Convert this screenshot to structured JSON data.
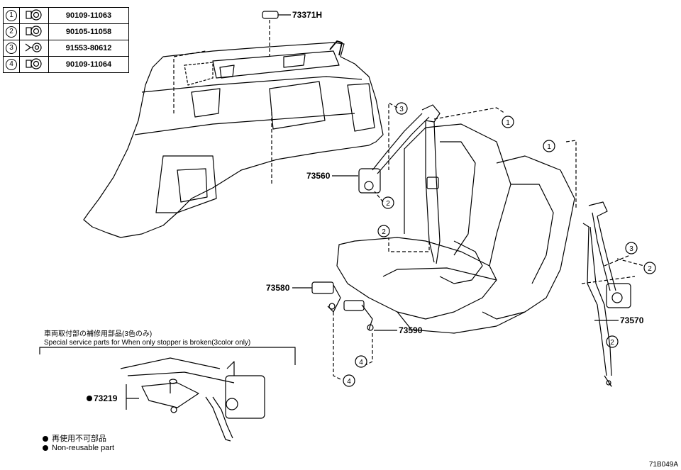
{
  "fastener_table": [
    {
      "marker": "1",
      "part_no": "90109-11063",
      "icon": "bolt-flanged-icon"
    },
    {
      "marker": "2",
      "part_no": "90105-11058",
      "icon": "bolt-flanged-icon"
    },
    {
      "marker": "3",
      "part_no": "91553-80612",
      "icon": "bolt-thin-icon"
    },
    {
      "marker": "4",
      "part_no": "90109-11064",
      "icon": "bolt-flanged-icon"
    }
  ],
  "callouts": {
    "p73371h": "73371H",
    "p73560": "73560",
    "p73580": "73580",
    "p73590": "73590",
    "p73570": "73570",
    "p73219": "73219"
  },
  "markers": {
    "m1": "1",
    "m2": "2",
    "m3": "3",
    "m4": "4"
  },
  "notes": {
    "special_jp": "車両取付部の補修用部品(3色のみ)",
    "special_en": "Special service parts for When only stopper is broken(3color only)",
    "legend_jp": "再使用不可部品",
    "legend_en": "Non-reusable part"
  },
  "figure_code": "71B049A"
}
